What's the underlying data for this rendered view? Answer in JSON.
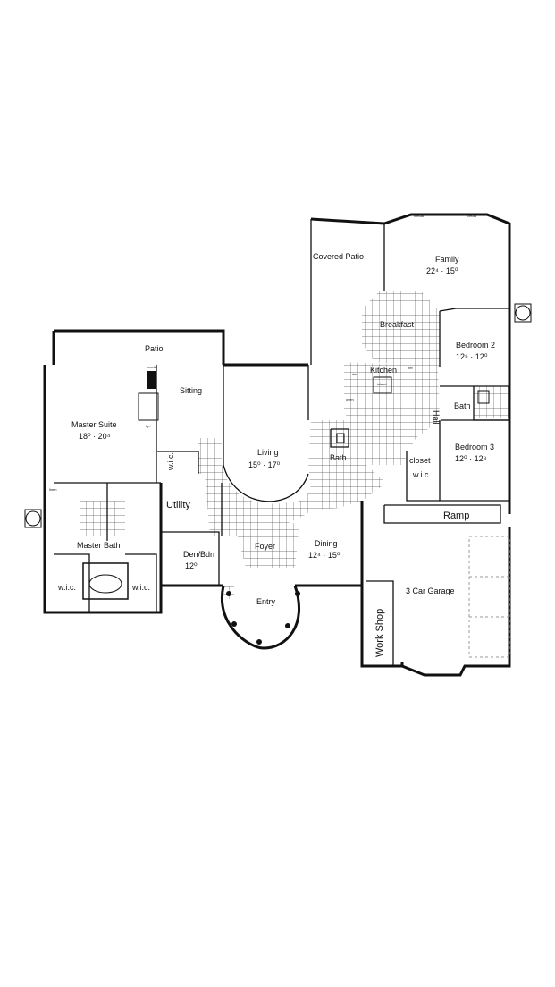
{
  "rooms": {
    "covered_patio": "Covered Patio",
    "family": "Family",
    "family_dim": "22⁴  ·  15⁰",
    "breakfast": "Breakfast",
    "bedroom2": "Bedroom 2",
    "bedroom2_dim": "12⁸  ·  12⁰",
    "patio": "Patio",
    "kitchen": "Kitchen",
    "sitting": "Sitting",
    "master_suite": "Master Suite",
    "master_suite_dim": "18⁰  ·  20⁴",
    "hall": "Hall",
    "bath_hall": "Bath",
    "living": "Living",
    "living_dim": "15⁰  ·  17⁰",
    "bath_center": "Bath",
    "bedroom3": "Bedroom 3",
    "bedroom3_dim": "12⁰  ·  12⁸",
    "closet": "closet",
    "wic_hall": "w.i.c.",
    "wic_sitting": "w.i.c.",
    "utility": "Utility",
    "ramp": "Ramp",
    "master_bath": "Master Bath",
    "foyer": "Foyer",
    "den": "Den/Bdrr",
    "den_dim": "12⁰",
    "dining": "Dining",
    "dining_dim": "12⁴  ·  15⁰",
    "car_garage": "3 Car Garage",
    "work_shop": "Work Shop",
    "entry": "Entry",
    "wic_left": "w.i.c.",
    "wic_right": "w.i.c."
  },
  "fixtures": {
    "media_left": "media",
    "media_right": "media",
    "media_sitting": "media",
    "fp": "f.p.",
    "linen": "linen",
    "island": "island",
    "dw": "dw",
    "oven": "oven",
    "ref": "ref"
  }
}
